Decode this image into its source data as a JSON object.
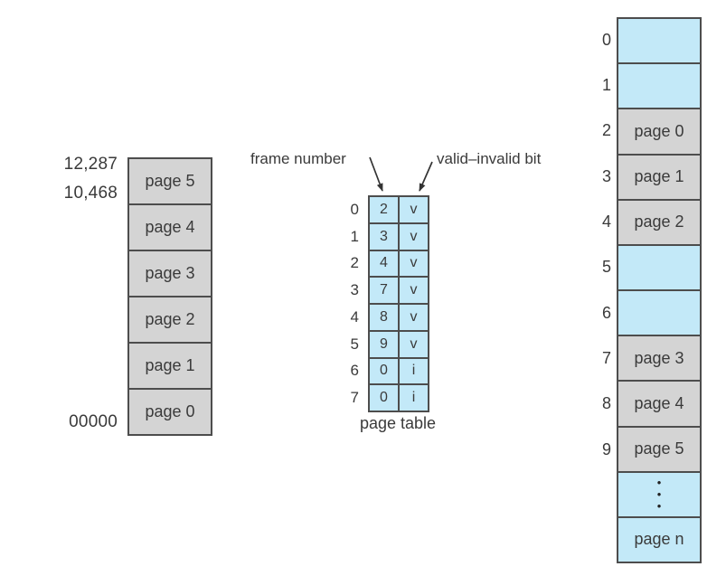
{
  "colors": {
    "background": "#ffffff",
    "page_fill": "#d4d4d4",
    "table_fill": "#c3e9f8",
    "border": "#4d4d4d",
    "text": "#3a3a3a",
    "arrow": "#333333"
  },
  "logical_memory": {
    "address_top": "12,287",
    "address_mid": "10,468",
    "address_bottom": "00000",
    "pages": [
      "page 5",
      "page 4",
      "page 3",
      "page 2",
      "page 1",
      "page 0"
    ]
  },
  "page_table": {
    "frame_number_label": "frame number",
    "valid_invalid_label": "valid–invalid bit",
    "caption": "page table",
    "rows": [
      {
        "index": "0",
        "frame": "2",
        "bit": "v"
      },
      {
        "index": "1",
        "frame": "3",
        "bit": "v"
      },
      {
        "index": "2",
        "frame": "4",
        "bit": "v"
      },
      {
        "index": "3",
        "frame": "7",
        "bit": "v"
      },
      {
        "index": "4",
        "frame": "8",
        "bit": "v"
      },
      {
        "index": "5",
        "frame": "9",
        "bit": "v"
      },
      {
        "index": "6",
        "frame": "0",
        "bit": "i"
      },
      {
        "index": "7",
        "frame": "0",
        "bit": "i"
      }
    ]
  },
  "physical_memory": {
    "frames": [
      {
        "index": "0",
        "label": ""
      },
      {
        "index": "1",
        "label": ""
      },
      {
        "index": "2",
        "label": "page 0"
      },
      {
        "index": "3",
        "label": "page 1"
      },
      {
        "index": "4",
        "label": "page 2"
      },
      {
        "index": "5",
        "label": ""
      },
      {
        "index": "6",
        "label": ""
      },
      {
        "index": "7",
        "label": "page 3"
      },
      {
        "index": "8",
        "label": "page 4"
      },
      {
        "index": "9",
        "label": "page 5"
      },
      {
        "index": "",
        "label": "•\n•\n•"
      },
      {
        "index": "",
        "label": "page n"
      }
    ]
  }
}
